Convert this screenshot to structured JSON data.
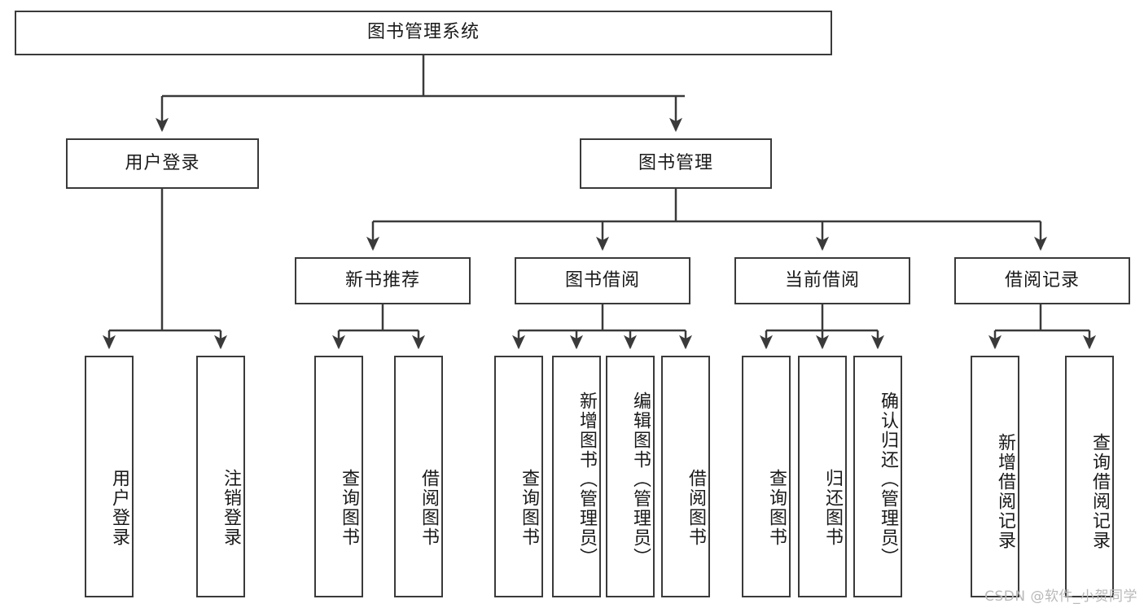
{
  "diagram": {
    "title": "图书管理系统",
    "watermark": "CSDN @软件_小贺同学",
    "colors": {
      "stroke": "#3a3a3a",
      "text": "#1a1a1a",
      "background": "#ffffff",
      "watermark": "#b9b9b9"
    },
    "nodes": {
      "root": "图书管理系统",
      "user_login": "用户登录",
      "book_manage": "图书管理",
      "new_book_rec": "新书推荐",
      "book_borrow": "图书借阅",
      "current_borrow": "当前借阅",
      "borrow_record": "借阅记录",
      "leaf_user_login": "用户登录",
      "leaf_user_logout": "注销登录",
      "leaf_rec_query": "查询图书",
      "leaf_rec_borrow": "借阅图书",
      "leaf_borrow_query": "查询图书",
      "leaf_borrow_add": "新增图书（管理员）",
      "leaf_borrow_edit": "编辑图书（管理员）",
      "leaf_borrow_lend": "借阅图书",
      "leaf_current_query": "查询图书",
      "leaf_current_return": "归还图书",
      "leaf_current_confirm": "确认归还（管理员）",
      "leaf_record_add": "新增借阅记录",
      "leaf_record_query": "查询借阅记录"
    }
  }
}
